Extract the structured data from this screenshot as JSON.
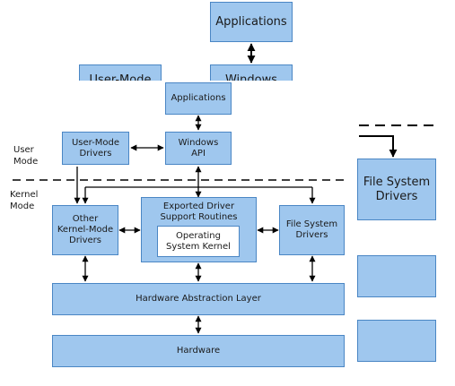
{
  "diagram": {
    "mode_labels": {
      "user": "User\nMode",
      "kernel": "Kernel\nMode"
    },
    "boxes": {
      "applications": "Applications",
      "user_mode_drivers": "User-Mode\nDrivers",
      "windows_api": "Windows\nAPI",
      "other_kernel_mode_drivers": "Other\nKernel-Mode\nDrivers",
      "exported_driver_support_routines": "Exported Driver\nSupport Routines",
      "operating_system_kernel": "Operating\nSystem Kernel",
      "file_system_drivers": "File System\nDrivers",
      "hardware_abstraction_layer": "Hardware Abstraction Layer",
      "hardware": "Hardware"
    }
  },
  "background_fragments": {
    "top_applications": "Applications",
    "user_mode_partial": "User-Mode",
    "windows_partial": "Windows",
    "large_file_system_drivers": "File System\nDrivers"
  },
  "colors": {
    "box_fill": "#9fc7ee",
    "box_border": "#4a86c4",
    "line": "#000000",
    "background": "#ffffff"
  }
}
